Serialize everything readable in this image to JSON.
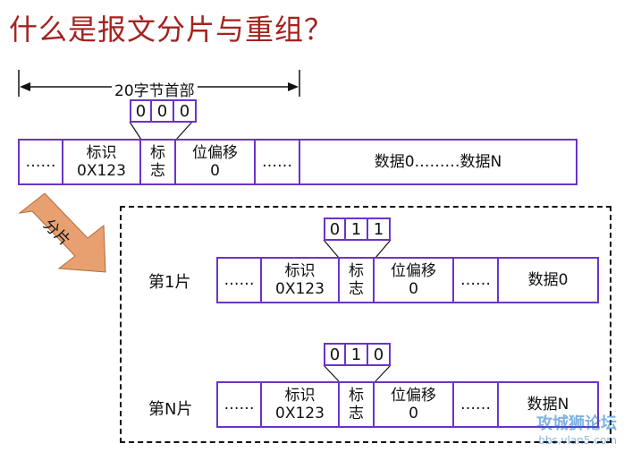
{
  "title": "什么是报文分片与重组？",
  "header": {
    "bracket_label": "20字节首部"
  },
  "original": {
    "flags": [
      "0",
      "0",
      "0"
    ],
    "cells": [
      "……",
      "标识\n0X123",
      "标\n志",
      "位偏移\n0",
      "……",
      "数据0………数据N"
    ]
  },
  "arrow_label": "分片",
  "fragments": [
    {
      "label": "第1片",
      "flags": [
        "0",
        "1",
        "1"
      ],
      "cells": [
        "……",
        "标识\n0X123",
        "标\n志",
        "位偏移\n0",
        "……",
        "数据0"
      ]
    },
    {
      "label": "第N片",
      "flags": [
        "0",
        "1",
        "0"
      ],
      "cells": [
        "……",
        "标识\n0X123",
        "标\n志",
        "位偏移\n0",
        "……",
        "数据N"
      ]
    }
  ],
  "watermark": {
    "line1": "攻城狮论坛",
    "line2": "bbs.vlan5.com"
  },
  "colors": {
    "title": "#a3231f",
    "cell_border": "#6a34c8",
    "arrow": "#e8a070"
  }
}
